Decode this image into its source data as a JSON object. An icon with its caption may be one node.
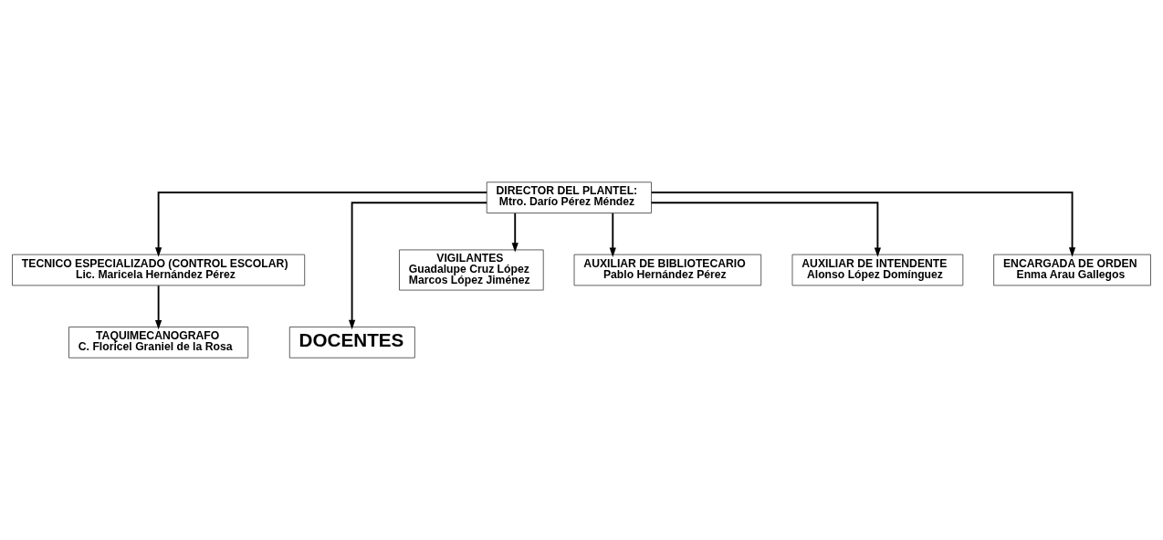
{
  "diagram": {
    "nodes": [
      {
        "text": [
          "DIRECTOR DEL PLANTEL:",
          "Mtro. Darío Pérez Méndez"
        ]
      },
      {
        "text": [
          "TECNICO ESPECIALIZADO (CONTROL ESCOLAR)",
          "Lic. Maricela Hernández Pérez"
        ]
      },
      {
        "text": [
          "TAQUIMECANOGRAFO",
          "C. Floricel Graniel de la Rosa"
        ]
      },
      {
        "text": [
          "DOCENTES"
        ]
      },
      {
        "text": [
          "VIGILANTES",
          "Guadalupe Cruz López",
          "Marcos López Jiménez"
        ]
      },
      {
        "text": [
          "AUXILIAR DE BIBLIOTECARIO",
          "Pablo Hernández Pérez"
        ]
      },
      {
        "text": [
          "AUXILIAR DE INTENDENTE",
          "Alonso López Domínguez"
        ]
      },
      {
        "text": [
          "ENCARGADA DE ORDEN",
          "Enma Arau Gallegos"
        ]
      }
    ],
    "edges": [
      {
        "from": 0,
        "to": 3,
        "arrow": "to"
      },
      {
        "from": 0,
        "to": 1,
        "arrow": "to"
      },
      {
        "from": 1,
        "to": 2,
        "arrow": "to"
      },
      {
        "from": 0,
        "to": 4,
        "arrow": "to"
      },
      {
        "from": 0,
        "to": 5,
        "arrow": "to"
      },
      {
        "from": 0,
        "to": 6,
        "arrow": "to"
      },
      {
        "from": 0,
        "to": 7,
        "arrow": "to"
      }
    ]
  }
}
